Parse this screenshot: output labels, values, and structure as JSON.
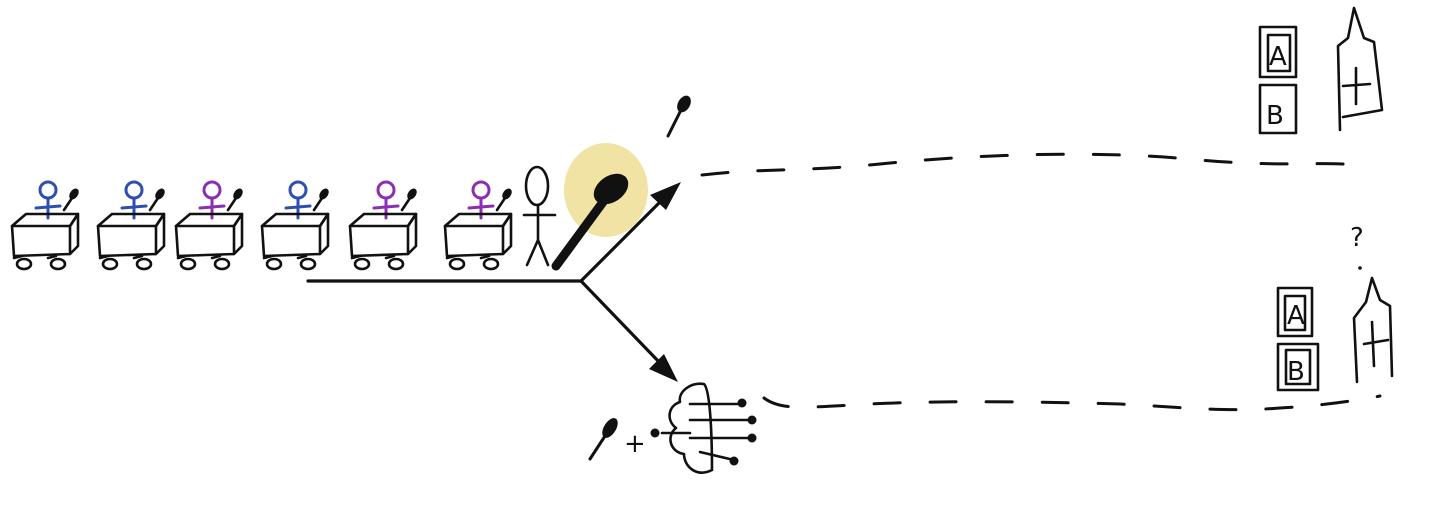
{
  "colors": {
    "ink": "#111111",
    "highlight": "#f1e3a4",
    "student_blue": "#2f4fb0",
    "student_purple": "#8a2fb5"
  },
  "students": [
    {
      "color": "blue"
    },
    {
      "color": "blue"
    },
    {
      "color": "purple"
    },
    {
      "color": "blue"
    },
    {
      "color": "purple"
    },
    {
      "color": "purple"
    }
  ],
  "top_path": {
    "destination_letters": [
      "A",
      "B"
    ],
    "icons": [
      "pencil-icon",
      "highlighted-pencil-icon",
      "arrow-icon",
      "paper-stack-icon",
      "building-icon"
    ]
  },
  "bottom_path": {
    "destination_letters": [
      "A",
      "B"
    ],
    "question_mark": "?",
    "plus": "+",
    "icons": [
      "pencil-icon",
      "brain-circuit-icon",
      "arrow-icon",
      "paper-stack-icon",
      "building-icon"
    ]
  }
}
